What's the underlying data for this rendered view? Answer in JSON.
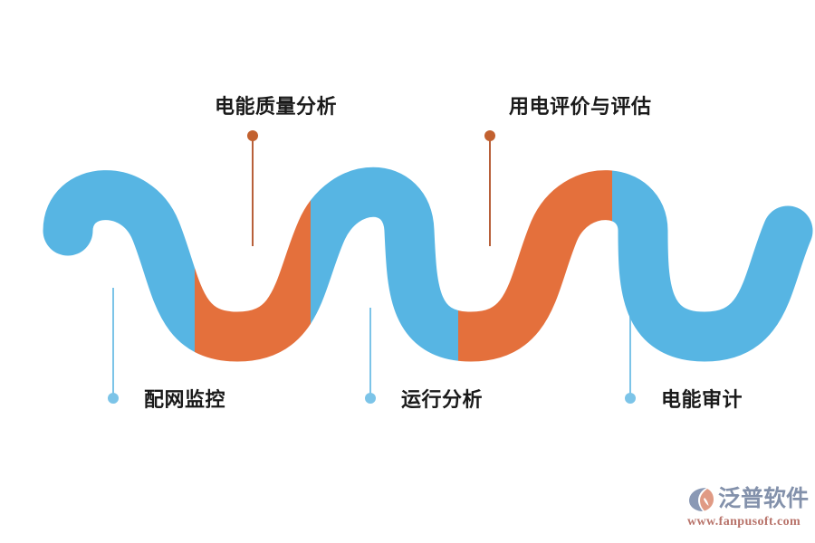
{
  "graphic": {
    "type": "wave-process-infographic",
    "colors": {
      "blue": "#57b5e3",
      "orange": "#e4703c",
      "label_text": "#1a1a1a",
      "background": "#ffffff"
    },
    "segments": [
      {
        "index": 1,
        "color": "#57b5e3"
      },
      {
        "index": 2,
        "color": "#e4703c"
      },
      {
        "index": 3,
        "color": "#57b5e3"
      },
      {
        "index": 4,
        "color": "#e4703c"
      },
      {
        "index": 5,
        "color": "#57b5e3"
      }
    ]
  },
  "nodes": [
    {
      "id": "node-1",
      "label": "配网监控",
      "position": "bottom",
      "connector_color": "#7cc4e8",
      "dot_color": "#7cc4e8"
    },
    {
      "id": "node-2",
      "label": "电能质量分析",
      "position": "top",
      "connector_color": "#b8603a",
      "dot_color": "#c2612f"
    },
    {
      "id": "node-3",
      "label": "运行分析",
      "position": "bottom",
      "connector_color": "#7cc4e8",
      "dot_color": "#7cc4e8"
    },
    {
      "id": "node-4",
      "label": "用电评价与评估",
      "position": "top",
      "connector_color": "#b8603a",
      "dot_color": "#c2612f"
    },
    {
      "id": "node-5",
      "label": "电能审计",
      "position": "bottom",
      "connector_color": "#7cc4e8",
      "dot_color": "#7cc4e8"
    }
  ],
  "watermark": {
    "brand": "泛普软件",
    "url": "www.fanpusoft.com",
    "brand_color": "#8391ab",
    "url_color": "#b8736a",
    "mark_color_primary": "#8a99b5",
    "mark_color_accent": "#e09a84"
  }
}
